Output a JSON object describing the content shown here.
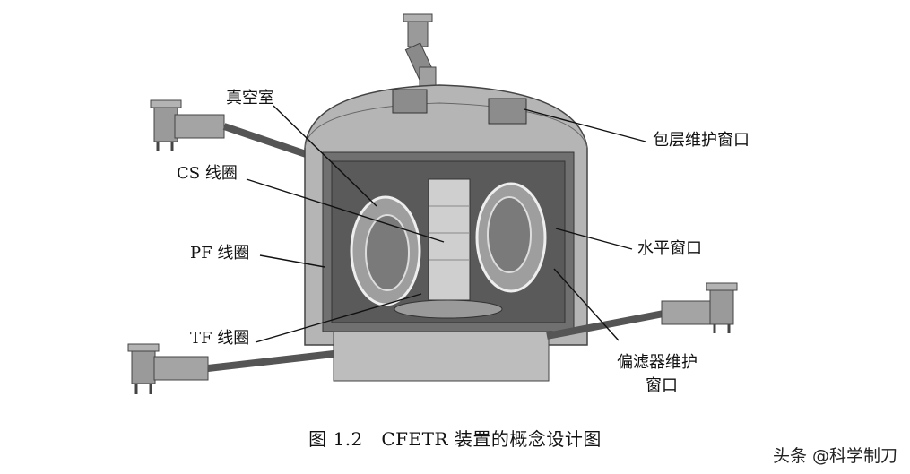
{
  "labels": {
    "vacuum_vessel": "真空室",
    "cs_coil": "CS 线圈",
    "pf_coil": "PF 线圈",
    "tf_coil": "TF 线圈",
    "blanket_port": "包层维护窗口",
    "horizontal_port": "水平窗口",
    "divertor_port_line1": "偏滤器维护",
    "divertor_port_line2": "窗口"
  },
  "caption": "图 1.2   CFETR 装置的概念设计图",
  "watermark": "头条 @科学制刀"
}
